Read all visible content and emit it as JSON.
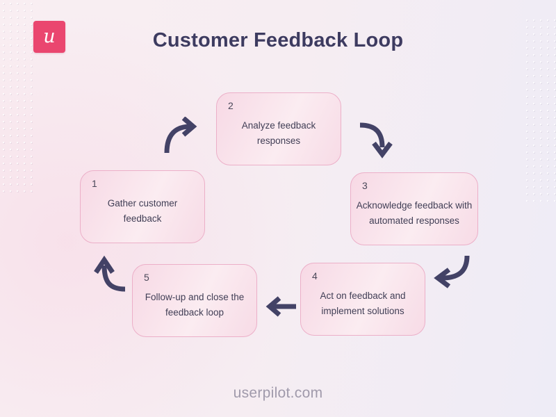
{
  "header": {
    "title": "Customer Feedback Loop",
    "logo_letter": "u"
  },
  "footer": {
    "site": "userpilot.com"
  },
  "colors": {
    "brand_pink": "#ea466f",
    "title_text": "#3d3b60",
    "arrow": "#434266",
    "box_border": "#ecafc8",
    "box_fill_light": "#fbecf1",
    "box_fill_pink": "#f7d9e5",
    "box_text": "#403e55",
    "footer_text": "#a09aab",
    "background_left": "#f9eef2",
    "background_right": "#eeecf6"
  },
  "diagram": {
    "steps": [
      {
        "number": "1",
        "label": "Gather customer feedback"
      },
      {
        "number": "2",
        "label": "Analyze feedback responses"
      },
      {
        "number": "3",
        "label": "Acknowledge feedback with automated responses"
      },
      {
        "number": "4",
        "label": "Act on feedback and implement solutions"
      },
      {
        "number": "5",
        "label": "Follow-up and close the feedback loop"
      }
    ],
    "arrows": [
      {
        "from": "1",
        "to": "2",
        "direction": "up-then-right"
      },
      {
        "from": "2",
        "to": "3",
        "direction": "right-then-down"
      },
      {
        "from": "3",
        "to": "4",
        "direction": "down-then-left"
      },
      {
        "from": "4",
        "to": "5",
        "direction": "left"
      },
      {
        "from": "5",
        "to": "1",
        "direction": "left-then-up"
      }
    ]
  }
}
